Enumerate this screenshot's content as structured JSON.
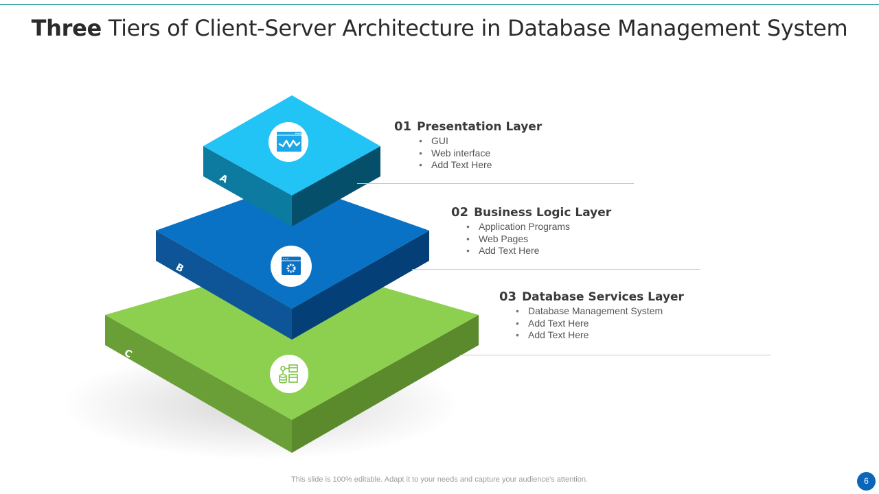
{
  "title": {
    "bold": "Three",
    "rest": " Tiers of Client-Server Architecture in Database Management System"
  },
  "colors": {
    "accent_rule": "#3aa6a8",
    "layer_a_top": "#22c4f5",
    "layer_a_left": "#0d7aa0",
    "layer_a_right": "#064f6b",
    "layer_b_top": "#0a72c4",
    "layer_b_left": "#0d5596",
    "layer_b_right": "#053f78",
    "layer_c_top": "#8dcf4f",
    "layer_c_left": "#6a9e37",
    "layer_c_right": "#5a8a2c",
    "page_badge": "#0b66b8"
  },
  "layers": [
    {
      "letter": "A",
      "icon": "monitor-waveform-icon",
      "number": "01",
      "heading": "Presentation Layer",
      "bullets": [
        "GUI",
        "Web interface",
        "Add Text Here"
      ]
    },
    {
      "letter": "B",
      "icon": "window-gear-icon",
      "number": "02",
      "heading": "Business Logic Layer",
      "bullets": [
        "Application Programs",
        "Web Pages",
        "Add Text Here"
      ]
    },
    {
      "letter": "C",
      "icon": "database-server-network-icon",
      "number": "03",
      "heading": "Database Services Layer",
      "bullets": [
        "Database Management System",
        "Add Text Here",
        "Add Text Here"
      ]
    }
  ],
  "bullet_glyph": "•",
  "footer": {
    "text": "This slide is 100% editable. Adapt it to your needs and capture your audience's attention."
  },
  "page_number": "6"
}
